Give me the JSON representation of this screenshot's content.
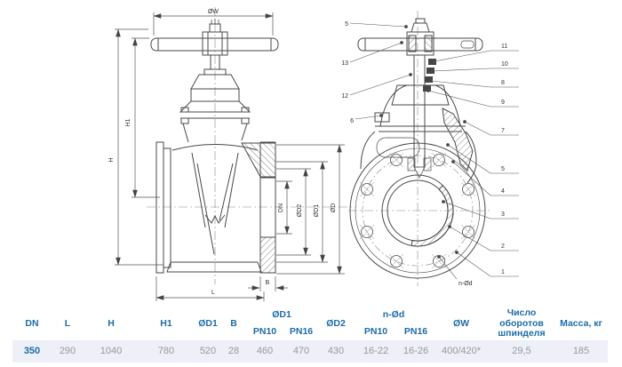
{
  "drawing": {
    "left_view": {
      "dim_labels": {
        "ow": "ØW",
        "h": "H",
        "h1": "H1",
        "dn": "DN",
        "d2": "ØD2",
        "d1": "ØD1",
        "d": "ØD",
        "b": "B",
        "l": "L"
      }
    },
    "right_view": {
      "callouts_left": [
        "5",
        "13",
        "12",
        "6"
      ],
      "callouts_right": [
        "11",
        "10",
        "8",
        "9",
        "7",
        "5",
        "4",
        "3",
        "2",
        "1"
      ],
      "holes_label": "n-Ød"
    }
  },
  "table": {
    "headers": {
      "dn": "DN",
      "l": "L",
      "h": "H",
      "h1": "H1",
      "d1": "ØD1",
      "b": "B",
      "d1_group": "ØD1",
      "pn10_1": "PN10",
      "pn16_1": "PN16",
      "d2": "ØD2",
      "nd_group": "n-Ød",
      "pn10_2": "PN10",
      "pn16_2": "PN16",
      "w": "ØW",
      "turns": "Число оборотов шпинделя",
      "mass": "Масса, кг"
    },
    "row": {
      "dn": "350",
      "l": "290",
      "h": "1040",
      "h1": "780",
      "d1": "520",
      "b": "28",
      "d1_pn10": "460",
      "d1_pn16": "470",
      "d2": "430",
      "nd_pn10": "16-22",
      "nd_pn16": "16-26",
      "w": "400/420*",
      "turns": "29,5",
      "mass": "185"
    }
  },
  "colors": {
    "accent_blue": "#1e6da8",
    "value_gray": "#98989e",
    "row_bg": "#eef0f7"
  }
}
